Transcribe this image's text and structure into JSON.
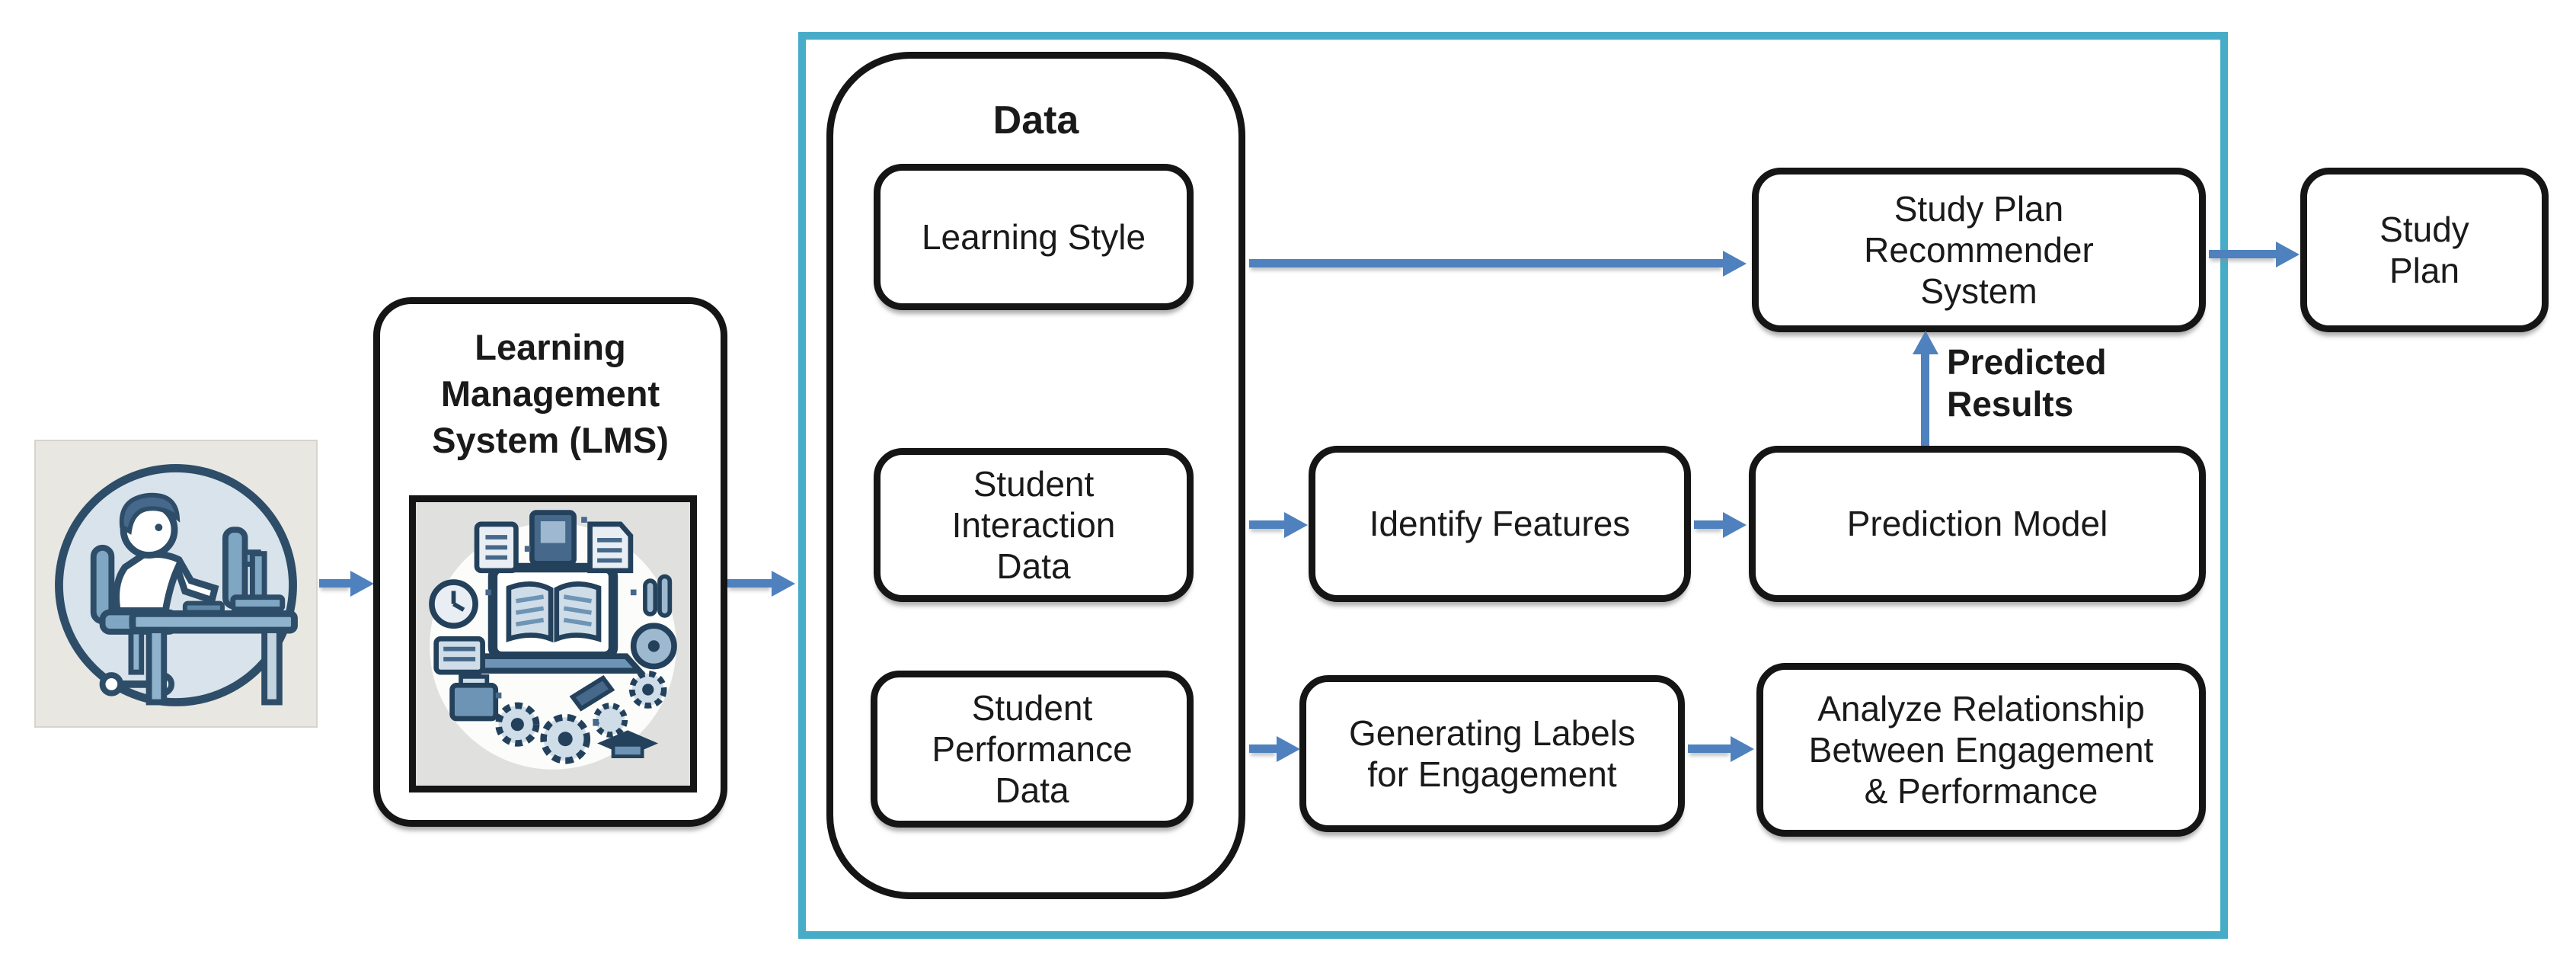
{
  "colors": {
    "arrow_blue": "#4e81bd",
    "container_teal": "#47acc8",
    "node_border": "#151515",
    "user_figure_background": "#e9e7e2",
    "lms_image_background": "#e0e1df",
    "icon_dark": "#2e4d68",
    "icon_light_fill": "#d9e3ec"
  },
  "icons": {
    "user_figure": "person-at-desk-icon",
    "lms_image": "lms-collage-icon"
  },
  "nodes": {
    "lms": {
      "label": "Learning\nManagement\nSystem (LMS)"
    },
    "data_group": {
      "label": "Data"
    },
    "learning_style": {
      "label": "Learning Style"
    },
    "student_interaction": {
      "label": "Student\nInteraction\nData"
    },
    "student_performance": {
      "label": "Student\nPerformance\nData"
    },
    "identify_features": {
      "label": "Identify Features"
    },
    "prediction_model": {
      "label": "Prediction Model"
    },
    "study_plan_recommender": {
      "label": "Study Plan\nRecommender\nSystem"
    },
    "study_plan": {
      "label": "Study\nPlan"
    },
    "generating_labels": {
      "label": "Generating Labels\nfor Engagement"
    },
    "analyze_relationship": {
      "label": "Analyze Relationship\nBetween Engagement\n& Performance"
    }
  },
  "edges": {
    "predicted_results_label": "Predicted\nResults"
  }
}
